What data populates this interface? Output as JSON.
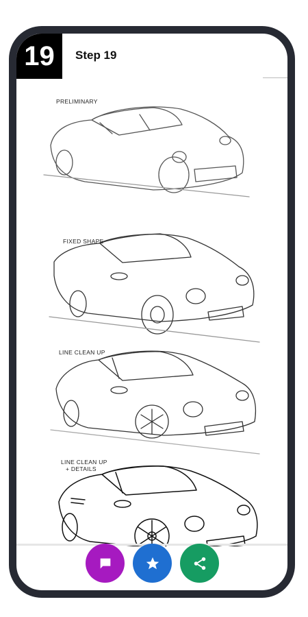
{
  "header": {
    "step_number": "19",
    "step_title": "Step 19"
  },
  "drawing": {
    "stages": [
      {
        "label": "PRELIMINARY"
      },
      {
        "label": "FIXED SHAPE"
      },
      {
        "label": "LINE CLEAN UP"
      },
      {
        "label_line1": "LINE CLEAN UP",
        "label_line2": "+ DETAILS"
      }
    ]
  },
  "actions": [
    {
      "icon": "message-icon",
      "color": "#a61ac0"
    },
    {
      "icon": "star-icon",
      "color": "#1f6fd1"
    },
    {
      "icon": "share-icon",
      "color": "#169c62"
    }
  ]
}
